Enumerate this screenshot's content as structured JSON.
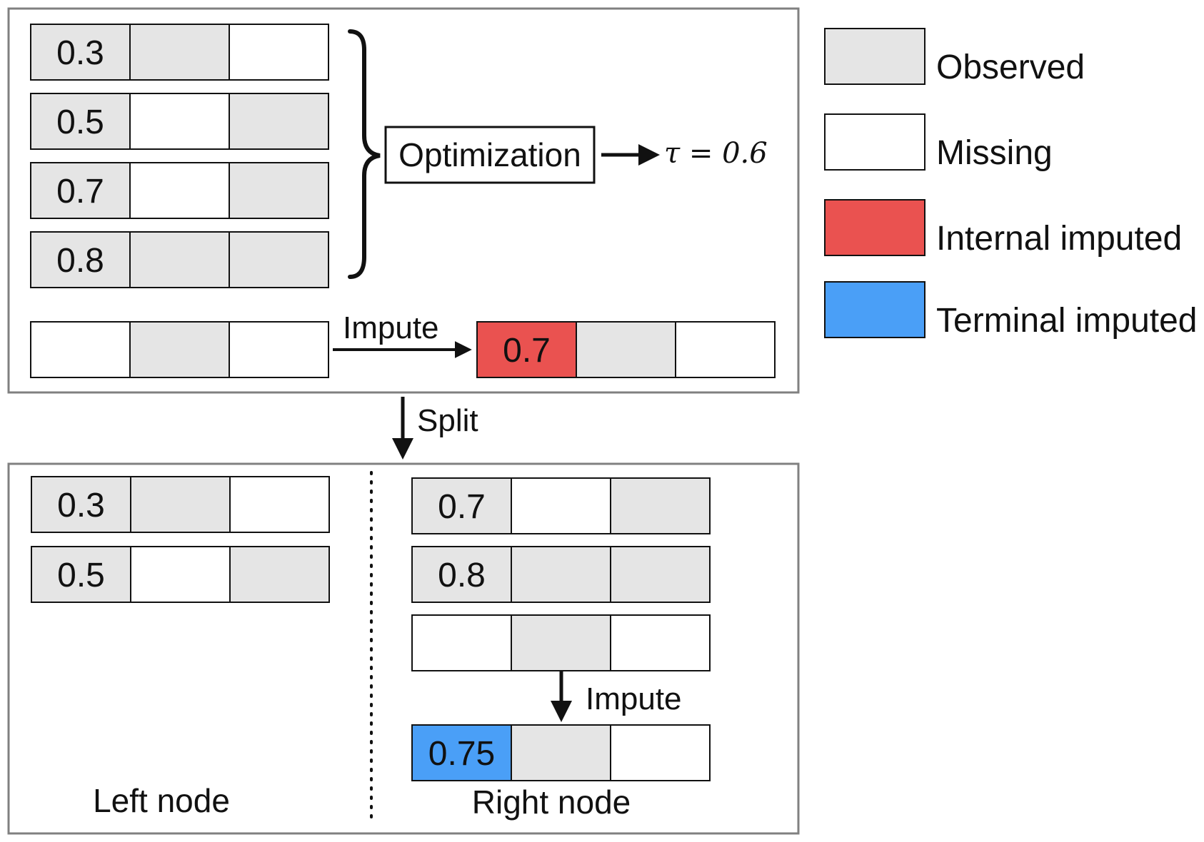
{
  "colors": {
    "observed": "#e5e5e5",
    "missing": "#ffffff",
    "internal_imputed": "#ea5250",
    "terminal_imputed": "#4a9ff7",
    "panel_border": "#808080",
    "cell_border": "#111111"
  },
  "top_panel": {
    "rows": [
      {
        "cells": [
          "observed",
          "observed",
          "missing"
        ],
        "value": "0.3"
      },
      {
        "cells": [
          "observed",
          "missing",
          "observed"
        ],
        "value": "0.5"
      },
      {
        "cells": [
          "observed",
          "missing",
          "observed"
        ],
        "value": "0.7"
      },
      {
        "cells": [
          "observed",
          "observed",
          "observed"
        ],
        "value": "0.8"
      }
    ],
    "optimization_label": "Optimization",
    "tau_label": "τ = 0.6",
    "target_row": {
      "cells": [
        "missing",
        "observed",
        "missing"
      ],
      "value": ""
    },
    "impute_label": "Impute",
    "imputed_row": {
      "cells": [
        "internal_imputed",
        "observed",
        "missing"
      ],
      "value": "0.7"
    }
  },
  "split_label": "Split",
  "bottom_panel": {
    "left_rows": [
      {
        "cells": [
          "observed",
          "observed",
          "missing"
        ],
        "value": "0.3"
      },
      {
        "cells": [
          "observed",
          "missing",
          "observed"
        ],
        "value": "0.5"
      }
    ],
    "right_rows": [
      {
        "cells": [
          "observed",
          "missing",
          "observed"
        ],
        "value": "0.7"
      },
      {
        "cells": [
          "observed",
          "observed",
          "observed"
        ],
        "value": "0.8"
      },
      {
        "cells": [
          "missing",
          "observed",
          "missing"
        ],
        "value": ""
      }
    ],
    "impute_label": "Impute",
    "imputed_row": {
      "cells": [
        "terminal_imputed",
        "observed",
        "missing"
      ],
      "value": "0.75"
    },
    "left_label": "Left node",
    "right_label": "Right node"
  },
  "legend": [
    {
      "kind": "observed",
      "label": "Observed"
    },
    {
      "kind": "missing",
      "label": "Missing"
    },
    {
      "kind": "internal_imputed",
      "label": "Internal imputed"
    },
    {
      "kind": "terminal_imputed",
      "label": "Terminal imputed"
    }
  ]
}
